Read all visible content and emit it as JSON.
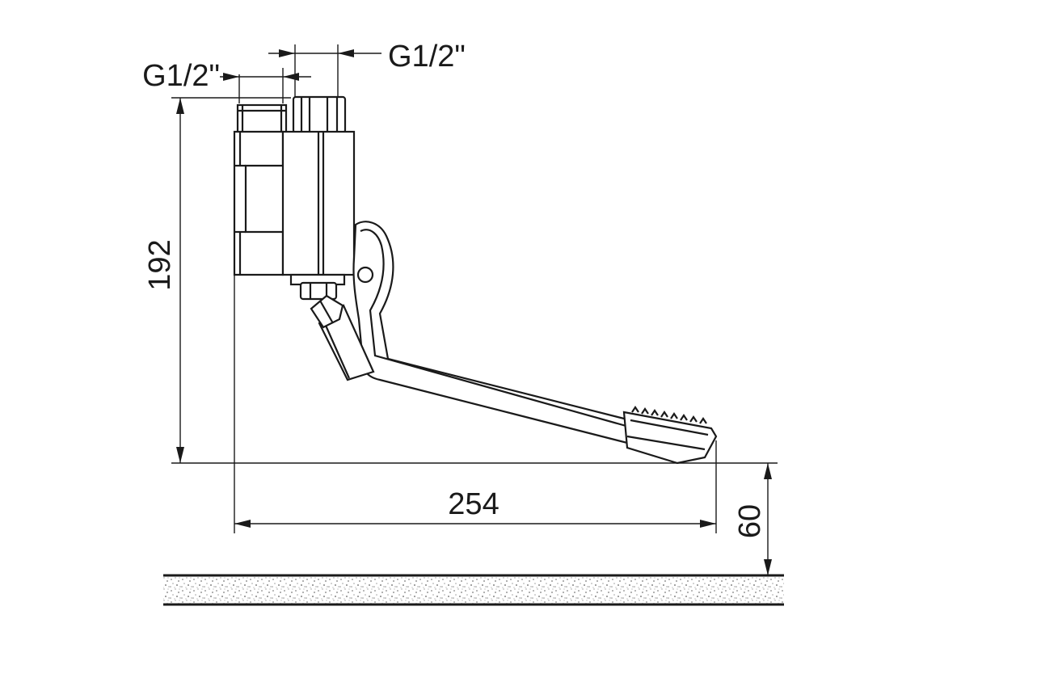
{
  "dimensions": {
    "height_total": "192",
    "length_total": "254",
    "floor_clearance": "60",
    "thread_left": "G1/2\"",
    "thread_right": "G1/2\""
  },
  "colors": {
    "line": "#1a1a1a",
    "background": "#ffffff",
    "floor_speckle": "#9a9a9a"
  }
}
